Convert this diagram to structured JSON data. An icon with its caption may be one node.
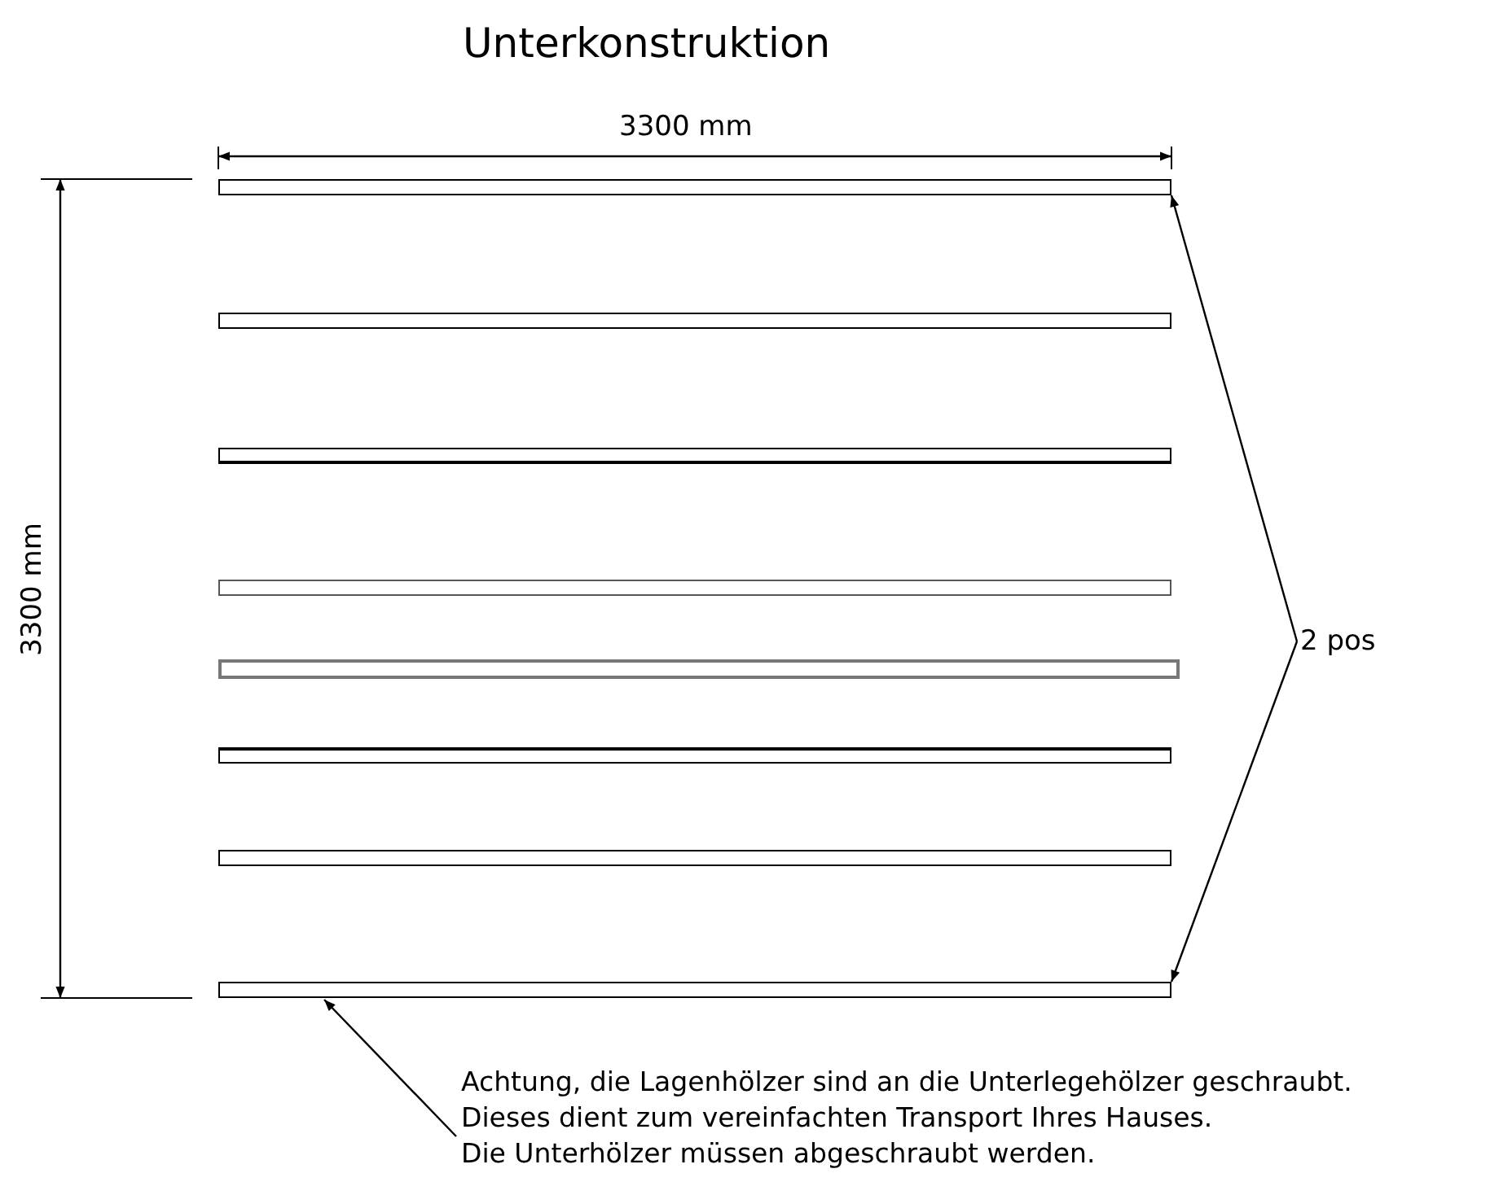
{
  "diagram": {
    "title": "Unterkonstruktion",
    "nodes": [
      {
        "text": [],
        "shape": "bar"
      },
      {
        "text": [],
        "shape": "bar"
      },
      {
        "text": [],
        "shape": "bar"
      },
      {
        "text": [],
        "shape": "bar"
      },
      {
        "text": [],
        "shape": "bar"
      },
      {
        "text": [],
        "shape": "bar"
      },
      {
        "text": [],
        "shape": "bar"
      },
      {
        "text": [],
        "shape": "bar"
      },
      {
        "text": [
          "2 pos"
        ]
      },
      {
        "text": [
          "Achtung, die Lagenhölzer sind an die Unterlegehölzer geschraubt.",
          "Dieses dient zum vereinfachten Transport Ihres Hauses.",
          "Die Unterhölzer müssen abgeschraubt werden."
        ]
      }
    ],
    "edges": [
      {
        "from": 8,
        "to": 0,
        "arrow": "to"
      },
      {
        "from": 8,
        "to": 7,
        "arrow": "to"
      },
      {
        "from": 9,
        "to": 7,
        "arrow": "to"
      }
    ],
    "labels": [
      "3300 mm",
      "3300 mm"
    ]
  }
}
